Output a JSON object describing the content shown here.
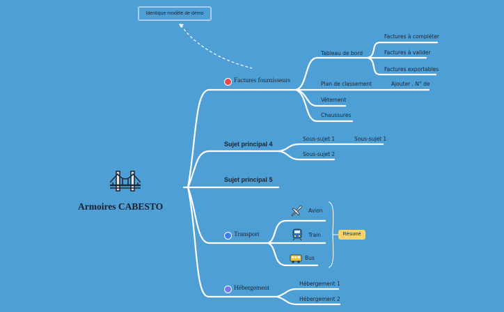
{
  "root": {
    "label": "Armoires CABESTO",
    "icon": "bridge-icon"
  },
  "note": "Identique modèle de démo",
  "topics": {
    "factures": {
      "label": "Factures fournisseurs",
      "dot_color": "#e8474c",
      "children": {
        "tableau": "Tableau de bord",
        "tableau_children": [
          "Factures à compléter",
          "Factures à valider",
          "Factures exportables"
        ],
        "plan": "Plan de classement",
        "plan_child": "Ajouter . N° de",
        "vetement": "Vêtement",
        "chaussures": "Chaussures"
      }
    },
    "sujet4": {
      "label": "Sujet principal 4",
      "children": [
        "Sous-sujet 1",
        "Sous-sujet 2"
      ],
      "grandchild": "Sous-sujet 1"
    },
    "sujet5": {
      "label": "Sujet principal 5"
    },
    "transport": {
      "label": "Transport",
      "dot_color": "#3a7ff0",
      "children": [
        {
          "label": "Avion",
          "icon": "airplane-icon"
        },
        {
          "label": "Train",
          "icon": "train-icon"
        },
        {
          "label": "Bus",
          "icon": "bus-icon"
        }
      ],
      "summary": "Résumé"
    },
    "hebergement": {
      "label": "Hébergement",
      "dot_color": "#6e7cf0",
      "children": [
        "Hébergement 1",
        "Hébergement 2"
      ]
    }
  }
}
